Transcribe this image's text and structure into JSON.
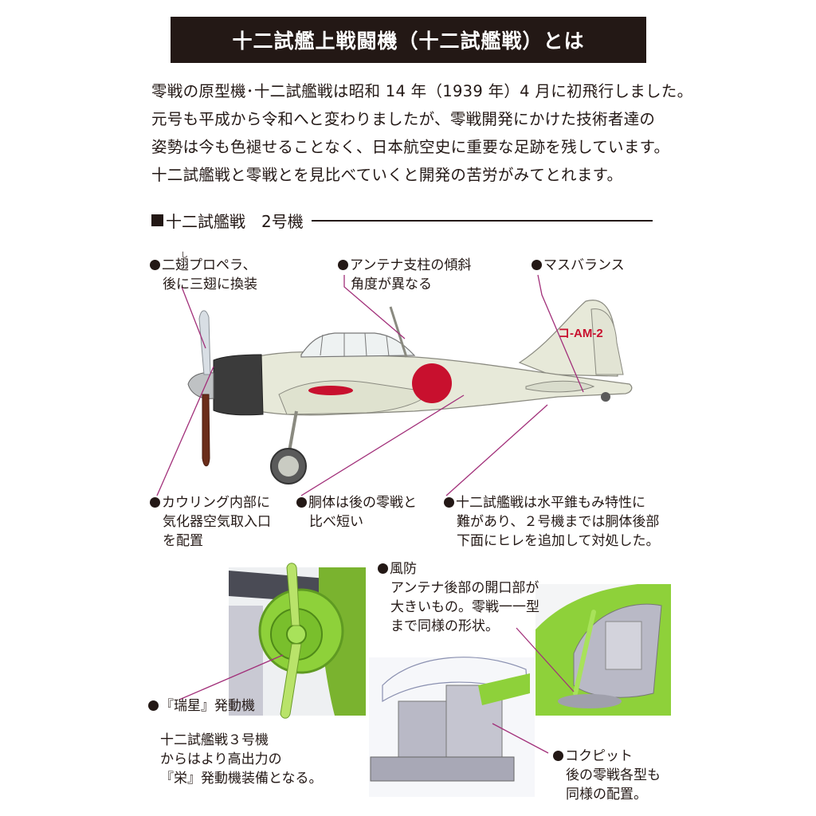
{
  "title": "十二試艦上戦闘機（十二試艦戦）とは",
  "intro_lines": [
    "零戦の原型機･十二試艦戦は昭和 14 年（1939 年）4 月に初飛行しました。",
    "元号も平成から令和へと変わりましたが、零戦開発にかけた技術者達の",
    "姿勢は今も色褪せることなく、日本航空史に重要な足跡を残しています。",
    "十二試艦戦と零戦とを見比べていくと開発の苦労がみてとれます。"
  ],
  "section_heading": "十二試艦戦　2号機",
  "tail_code": "コ-AM-2",
  "notes": {
    "propeller": {
      "ruby": "し",
      "lines": [
        "二翅プロペラ、",
        "後に三翅に換装"
      ]
    },
    "antenna": {
      "lines": [
        "アンテナ支柱の傾斜",
        "角度が異なる"
      ]
    },
    "mass_balance": {
      "lines": [
        "マスバランス"
      ]
    },
    "cowling": {
      "lines": [
        "カウリング内部に",
        "気化器空気取入口",
        "を配置"
      ]
    },
    "fuselage": {
      "lines": [
        "胴体は後の零戦と",
        "比べ短い"
      ]
    },
    "fin": {
      "lines": [
        "十二試艦戦は水平錐もみ特性に",
        "難があり、２号機までは胴体後部",
        "下面にヒレを追加して対処した。"
      ]
    },
    "canopy": {
      "lines": [
        "風防",
        "アンテナ後部の開口部が",
        "大きいもの。零戦一一型",
        "まで同様の形状。"
      ]
    },
    "engine": {
      "lines": [
        "『瑞星』発動機"
      ]
    },
    "engine_sub": {
      "lines": [
        "十二試艦戦３号機",
        "からはより高出力の",
        "『栄』発動機装備となる。"
      ]
    },
    "cockpit": {
      "lines": [
        "コクピット",
        "後の零戦各型も",
        "同様の配置。"
      ]
    }
  },
  "colors": {
    "hinomaru": "#c8102e",
    "airframe": "#e7e9d9",
    "cowling": "#3b3b3b",
    "model_green": "#8ed13a",
    "model_grey": "#b9b9c6",
    "leader": "#a2307a"
  }
}
